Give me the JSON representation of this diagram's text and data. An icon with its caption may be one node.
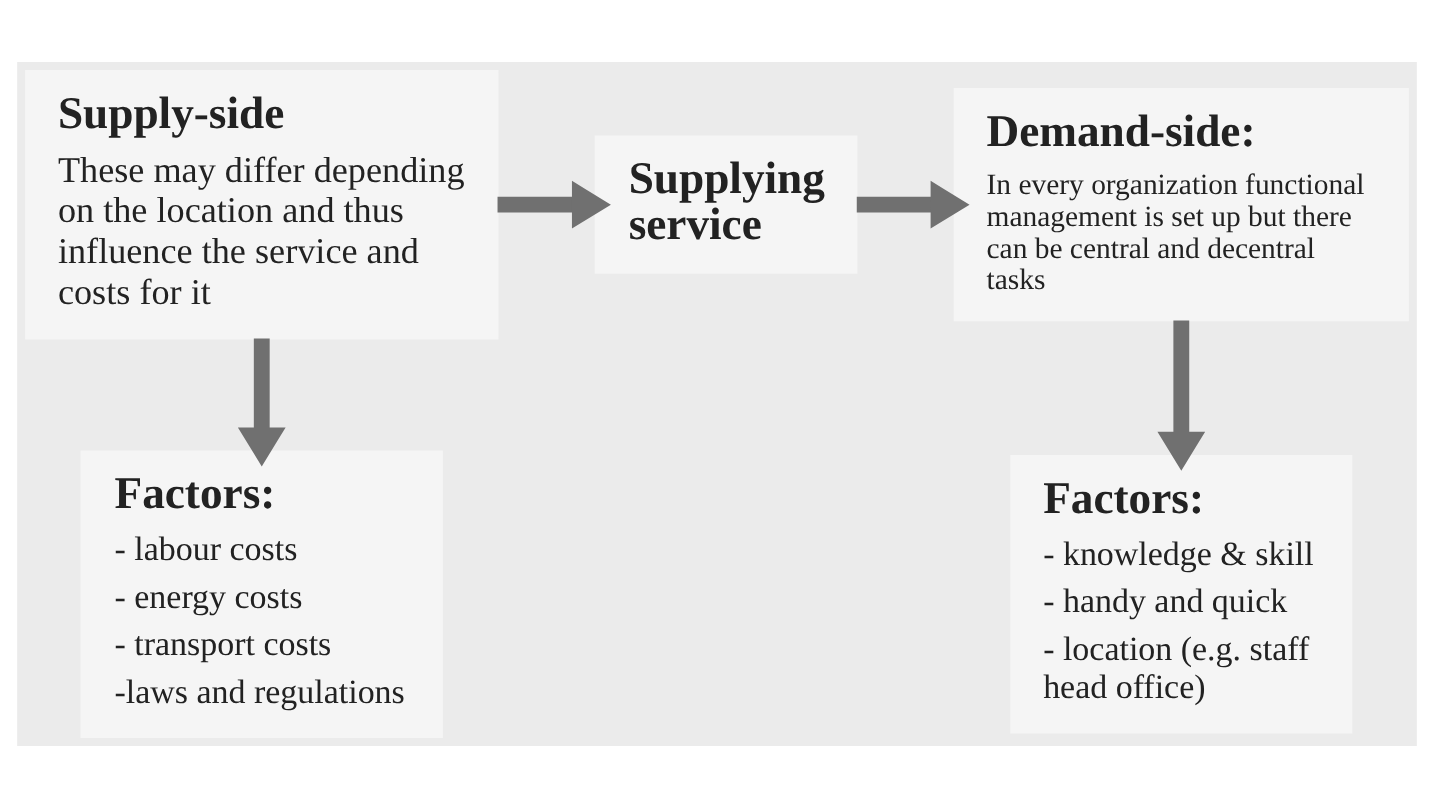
{
  "diagram": {
    "nodes": [
      {
        "text": [
          "Supply-side",
          "These may differ depending on the location and thus influence the service and costs for it"
        ]
      },
      {
        "text": [
          "Supplying service"
        ]
      },
      {
        "text": [
          "Demand-side:",
          "In every organization functional management is set up but there can be central and decentral tasks"
        ]
      },
      {
        "text": [
          "Factors:",
          "- labour costs",
          "- energy costs",
          "- transport costs",
          "-laws and regulations"
        ]
      },
      {
        "text": [
          "Factors:",
          "- knowledge & skill",
          "- handy and quick",
          "- location (e.g. staff head office)"
        ]
      }
    ],
    "edges": [
      {
        "from": 0,
        "to": 1,
        "arrow": "to"
      },
      {
        "from": 1,
        "to": 2,
        "arrow": "to"
      },
      {
        "from": 0,
        "to": 3,
        "arrow": "to"
      },
      {
        "from": 2,
        "to": 4,
        "arrow": "to"
      }
    ]
  }
}
